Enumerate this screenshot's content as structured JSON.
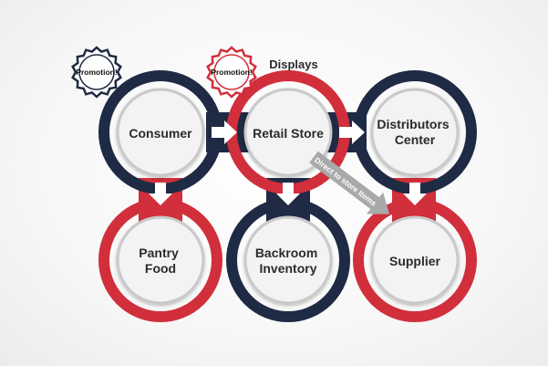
{
  "colors": {
    "navy": "#1f2a44",
    "red": "#d12f3b",
    "inner_fill": "#f3f3f3",
    "inner_border": "#c9c9c9",
    "arrow_fill": "#ffffff",
    "diag_arrow": "#a9a9a9"
  },
  "badges": [
    {
      "text": "Promotion!"
    },
    {
      "text": "Promotion!"
    }
  ],
  "displays_label": "Displays",
  "nodes": {
    "consumer": {
      "lines": [
        "Consumer"
      ]
    },
    "retail_store": {
      "lines": [
        "Retail Store"
      ]
    },
    "distributors_center": {
      "lines": [
        "Distributors",
        "Center"
      ]
    },
    "pantry_food": {
      "lines": [
        "Pantry",
        "Food"
      ]
    },
    "backroom_inventory": {
      "lines": [
        "Backroom",
        "Inventory"
      ]
    },
    "supplier": {
      "lines": [
        "Supplier"
      ]
    }
  },
  "diagonal_label": "Direct to store Items"
}
